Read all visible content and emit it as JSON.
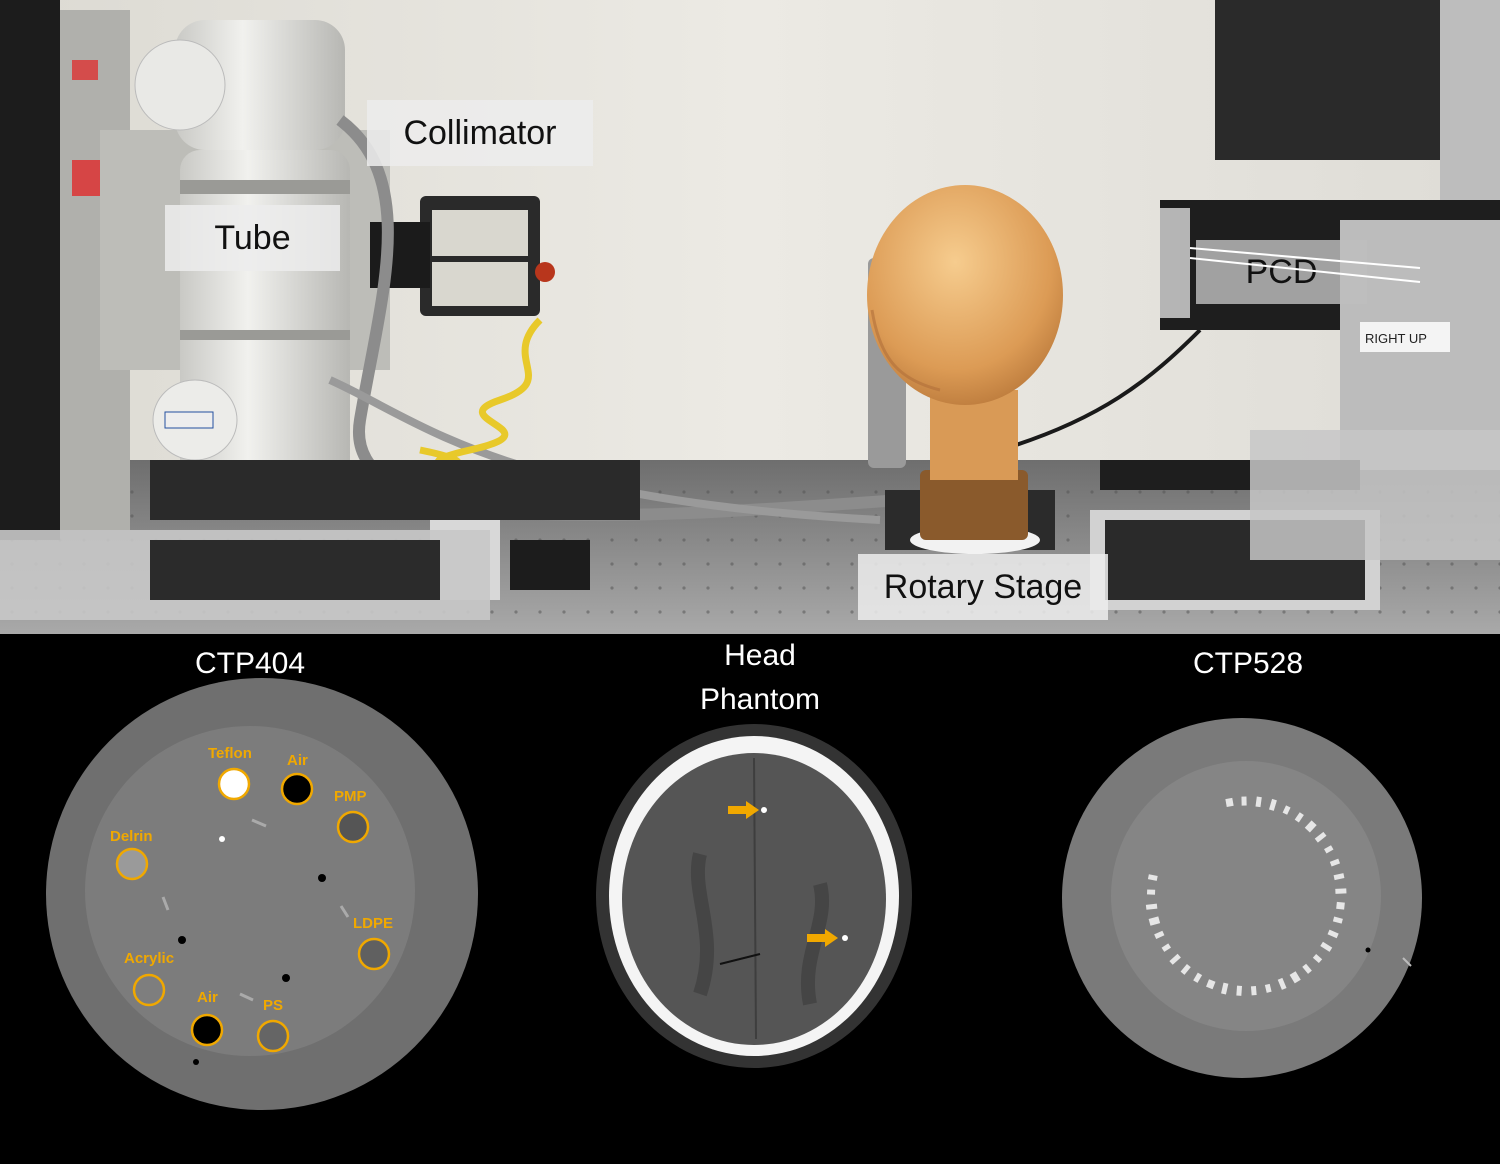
{
  "labels": {
    "collimator": "Collimator",
    "tube": "Tube",
    "pcd": "PCD",
    "rotary_stage": "Rotary Stage",
    "right_up": "RIGHT UP"
  },
  "panels": {
    "ctp404": "CTP404",
    "head_phantom_line1": "Head",
    "head_phantom_line2": "Phantom",
    "ctp528": "CTP528"
  },
  "inserts": {
    "teflon": "Teflon",
    "air_top": "Air",
    "pmp": "PMP",
    "delrin": "Delrin",
    "ldpe": "LDPE",
    "acrylic": "Acrylic",
    "air_bottom": "Air",
    "ps": "PS"
  },
  "colors": {
    "accent": "#f0a800",
    "wall": "#e6e4de",
    "bench": "#9a9a9a"
  },
  "icons": {
    "arrow": "arrow-right-icon"
  }
}
